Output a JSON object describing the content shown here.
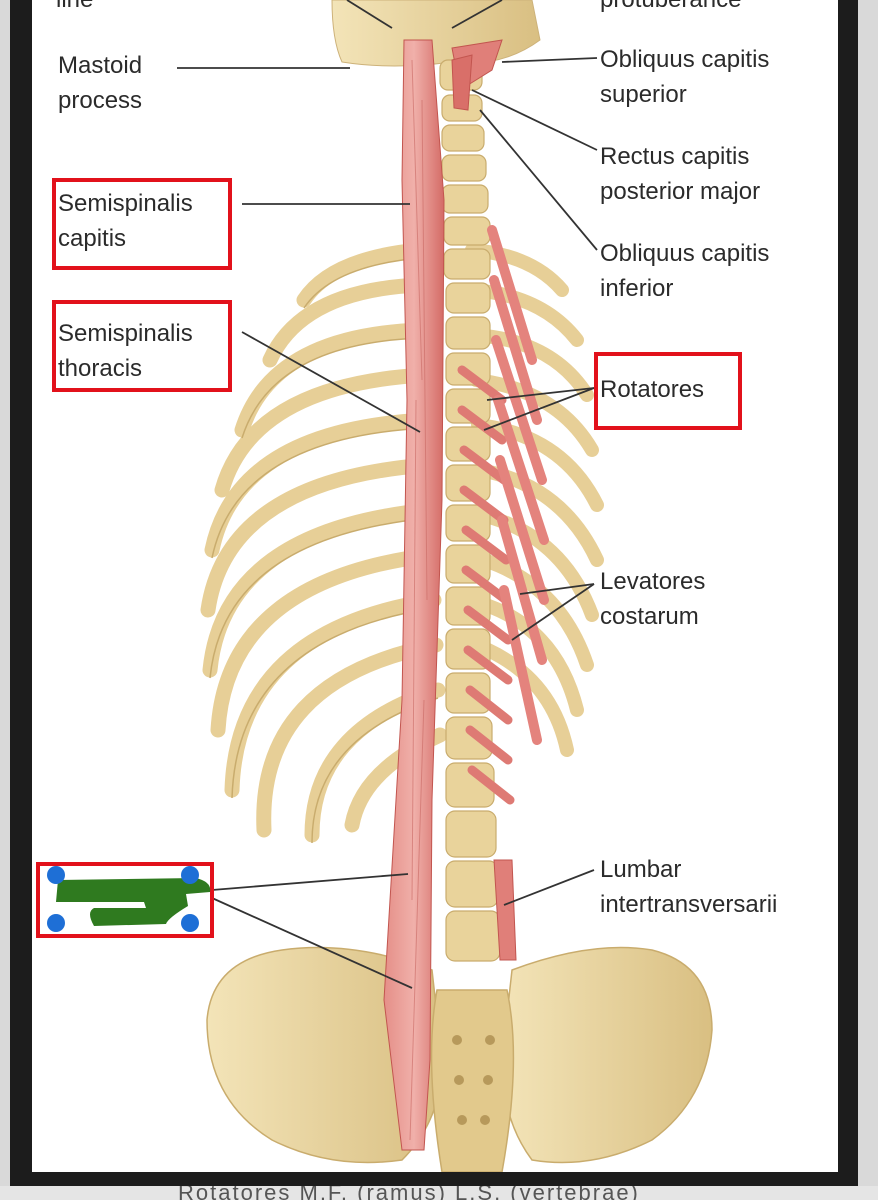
{
  "labels": {
    "top_left_partial": "line",
    "top_right_partial": "protuberance",
    "mastoid_process": "Mastoid\nprocess",
    "semispinalis_capitis": "Semispinalis\ncapitis",
    "semispinalis_thoracis": "Semispinalis\nthoracis",
    "obliquus_capitis_superior": "Obliquus capitis\nsuperior",
    "rectus_capitis_posterior_major": "Rectus capitis\nposterior major",
    "obliquus_capitis_inferior": "Obliquus capitis\ninferior",
    "rotatores": "Rotatores",
    "levatores_costarum": "Levatores\ncostarum",
    "lumbar_intertransversarii": "Lumbar\nintertransversarii"
  },
  "bottom_caption_partial": "Rotatores M.F. (ramus) L.S. (vertebrae)",
  "colors": {
    "bone": "#ecd9a6",
    "bone_shade": "#d4b979",
    "muscle": "#dd7c78",
    "muscle_light": "#efaaa4",
    "highlight_box": "#e2111b",
    "redaction_fill": "#2f7a1f",
    "handle": "#1e6fd6",
    "leader_line": "#333333"
  },
  "icons": {
    "selection_handles": "resize-handle-icon",
    "redaction_shape": "redaction-mark-icon"
  }
}
